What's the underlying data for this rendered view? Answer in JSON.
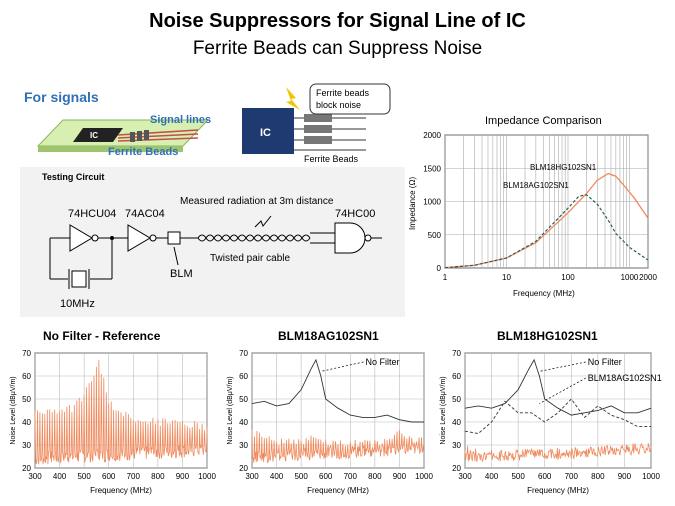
{
  "slide": {
    "title": "Noise Suppressors for Signal Line of IC",
    "subtitle": "Ferrite Beads can Suppress Noise"
  },
  "signals_image": {
    "heading": "For signals",
    "ic_label": "IC",
    "signal_lines": "Signal lines",
    "ferrite_beads": "Ferrite Beads"
  },
  "block_image": {
    "ic_label": "IC",
    "callout_line1": "Ferrite beads",
    "callout_line2": "block noise",
    "caption": "Ferrite Beads"
  },
  "testing_circuit": {
    "label": "Testing Circuit",
    "chip1": "74HCU04",
    "chip2": "74AC04",
    "chip3": "74HC00",
    "measured": "Measured radiation at 3m distance",
    "blm": "BLM",
    "twisted": "Twisted pair cable",
    "crystal": "10MHz"
  },
  "impedance_chart": {
    "title": "Impedance  Comparison",
    "ylabel": "Impedance (Ω)",
    "xlabel": "Frequency (MHz)",
    "y_ticks": [
      "0",
      "500",
      "1000",
      "1500",
      "2000"
    ],
    "x_ticks": [
      "1",
      "10",
      "100",
      "1000",
      "2000"
    ],
    "series1_label": "BLM18HG102SN1",
    "series2_label": "BLM18AG102SN1",
    "colors": {
      "hg": "#f08a5d",
      "ag": "#2e5d5d"
    }
  },
  "noise_charts": [
    {
      "title": "No Filter - Reference",
      "ylabel": "Noise Level  (dBμV/m)",
      "xlabel": "Frequency  (MHz)",
      "labels": []
    },
    {
      "title": "BLM18AG102SN1",
      "ylabel": "Noise Level  (dBμV/m)",
      "xlabel": "Frequency  (MHz)",
      "labels": [
        "No Filter"
      ]
    },
    {
      "title": "BLM18HG102SN1",
      "ylabel": "Noise Level  (dBμV/m)",
      "xlabel": "Frequency  (MHz)",
      "labels": [
        "No Filter",
        "BLM18AG102SN1"
      ]
    }
  ],
  "noise_axes": {
    "y_ticks": [
      "20",
      "30",
      "40",
      "50",
      "60",
      "70"
    ],
    "x_ticks": [
      "300",
      "400",
      "500",
      "600",
      "700",
      "800",
      "900",
      "1000"
    ]
  },
  "chart_data": [
    {
      "type": "line",
      "title": "Impedance  Comparison",
      "xlabel": "Frequency (MHz)",
      "ylabel": "Impedance (Ω)",
      "x_scale": "log",
      "xlim": [
        1,
        2000
      ],
      "ylim": [
        0,
        2000
      ],
      "grid": true,
      "series": [
        {
          "name": "BLM18HG102SN1",
          "x": [
            1,
            3,
            10,
            30,
            100,
            200,
            300,
            450,
            600,
            800,
            1200,
            2000
          ],
          "y": [
            5,
            40,
            150,
            380,
            830,
            1120,
            1320,
            1420,
            1380,
            1250,
            1050,
            750
          ]
        },
        {
          "name": "BLM18AG102SN1",
          "x": [
            1,
            3,
            10,
            30,
            100,
            150,
            200,
            300,
            450,
            600,
            1000,
            2000
          ],
          "y": [
            5,
            40,
            150,
            400,
            900,
            1080,
            1100,
            960,
            720,
            520,
            310,
            120
          ]
        }
      ]
    },
    {
      "type": "line",
      "title": "No Filter - Reference",
      "xlabel": "Frequency  (MHz)",
      "ylabel": "Noise Level  (dBμV/m)",
      "xlim": [
        300,
        1000
      ],
      "ylim": [
        20,
        70
      ],
      "series": [
        {
          "name": "",
          "x": [
            300,
            350,
            400,
            450,
            500,
            540,
            560,
            580,
            600,
            650,
            700,
            750,
            800,
            850,
            900,
            950,
            1000
          ],
          "y": [
            47,
            46,
            46,
            48,
            54,
            62,
            67,
            60,
            50,
            46,
            43,
            42,
            42,
            43,
            41,
            41,
            40
          ]
        }
      ]
    },
    {
      "type": "line",
      "title": "BLM18AG102SN1",
      "xlabel": "Frequency  (MHz)",
      "ylabel": "Noise Level  (dBμV/m)",
      "xlim": [
        300,
        1000
      ],
      "ylim": [
        20,
        70
      ],
      "series": [
        {
          "name": "No Filter",
          "x": [
            300,
            350,
            400,
            450,
            500,
            540,
            560,
            580,
            600,
            650,
            700,
            750,
            800,
            850,
            900,
            950,
            1000
          ],
          "y": [
            48,
            49,
            47,
            48,
            54,
            63,
            67,
            60,
            50,
            46,
            43,
            42,
            42,
            43,
            41,
            40,
            40
          ]
        },
        {
          "name": "",
          "x": [
            300,
            350,
            400,
            450,
            500,
            550,
            600,
            650,
            700,
            750,
            800,
            850,
            900,
            950,
            1000
          ],
          "y": [
            37,
            35,
            34,
            33,
            34,
            36,
            34,
            33,
            32,
            33,
            33,
            34,
            38,
            35,
            33
          ]
        }
      ]
    },
    {
      "type": "line",
      "title": "BLM18HG102SN1",
      "xlabel": "Frequency  (MHz)",
      "ylabel": "Noise Level  (dBμV/m)",
      "xlim": [
        300,
        1000
      ],
      "ylim": [
        20,
        70
      ],
      "series": [
        {
          "name": "No Filter",
          "x": [
            300,
            350,
            400,
            450,
            500,
            540,
            560,
            580,
            600,
            650,
            700,
            750,
            800,
            850,
            900,
            950,
            1000
          ],
          "y": [
            46,
            47,
            46,
            48,
            54,
            63,
            67,
            60,
            50,
            46,
            43,
            44,
            45,
            47,
            44,
            44,
            46
          ]
        },
        {
          "name": "BLM18AG102SN1",
          "x": [
            300,
            350,
            400,
            450,
            500,
            550,
            600,
            650,
            700,
            750,
            800,
            850,
            900,
            950,
            1000
          ],
          "y": [
            36,
            35,
            40,
            49,
            44,
            44,
            40,
            44,
            50,
            42,
            47,
            43,
            41,
            38,
            38
          ]
        },
        {
          "name": "",
          "x": [
            300,
            350,
            400,
            450,
            500,
            550,
            600,
            650,
            700,
            750,
            800,
            850,
            900,
            950,
            1000
          ],
          "y": [
            30,
            29,
            28,
            27,
            28,
            29,
            28,
            27,
            27,
            28,
            28,
            29,
            30,
            31,
            31
          ]
        }
      ]
    }
  ]
}
